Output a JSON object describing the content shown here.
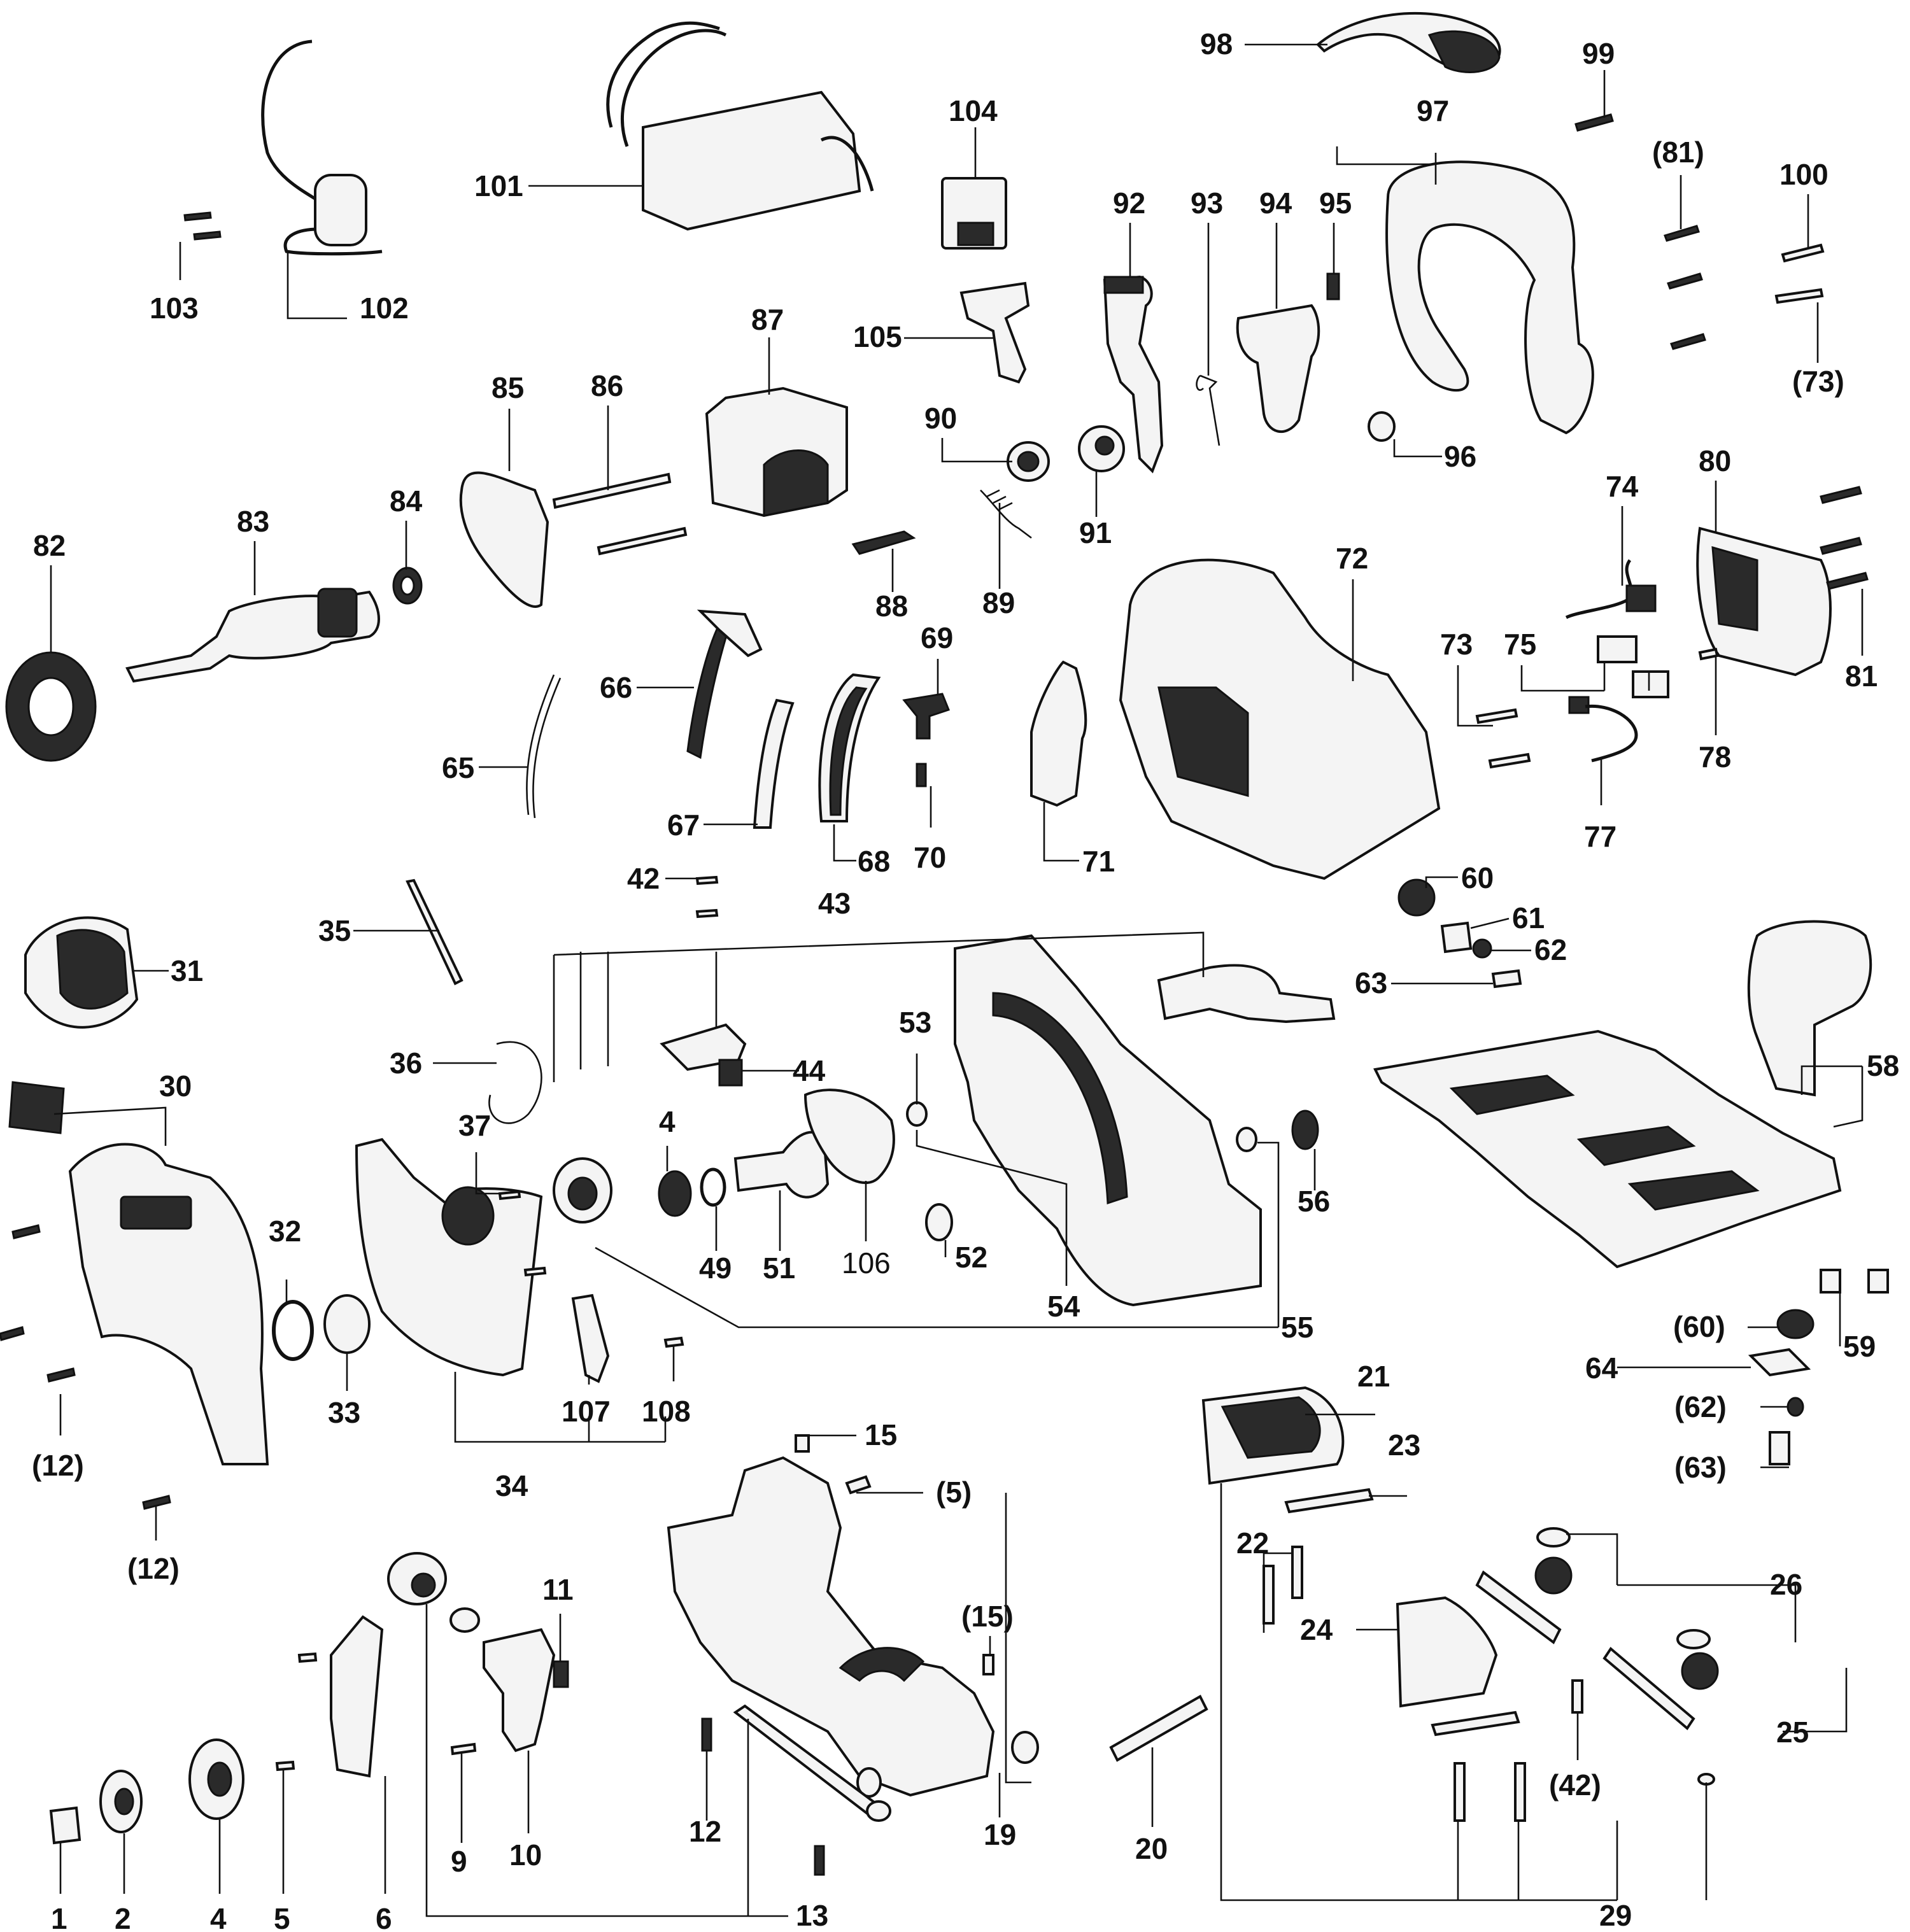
{
  "diagram": {
    "labels": [
      {
        "id": "l98",
        "text": "98"
      },
      {
        "id": "l99",
        "text": "99"
      },
      {
        "id": "l104",
        "text": "104"
      },
      {
        "id": "l97",
        "text": "97"
      },
      {
        "id": "l101",
        "text": "101"
      },
      {
        "id": "l81a",
        "text": "(81)"
      },
      {
        "id": "l100",
        "text": "100"
      },
      {
        "id": "l103",
        "text": "103"
      },
      {
        "id": "l102",
        "text": "102"
      },
      {
        "id": "l92",
        "text": "92"
      },
      {
        "id": "l93",
        "text": "93"
      },
      {
        "id": "l94",
        "text": "94"
      },
      {
        "id": "l95",
        "text": "95"
      },
      {
        "id": "l73a",
        "text": "(73)"
      },
      {
        "id": "l105",
        "text": "105"
      },
      {
        "id": "l87",
        "text": "87"
      },
      {
        "id": "l85",
        "text": "85"
      },
      {
        "id": "l86",
        "text": "86"
      },
      {
        "id": "l90",
        "text": "90"
      },
      {
        "id": "l96",
        "text": "96"
      },
      {
        "id": "l84",
        "text": "84"
      },
      {
        "id": "l91",
        "text": "91"
      },
      {
        "id": "l74",
        "text": "74"
      },
      {
        "id": "l80",
        "text": "80"
      },
      {
        "id": "l82",
        "text": "82"
      },
      {
        "id": "l83",
        "text": "83"
      },
      {
        "id": "l88",
        "text": "88"
      },
      {
        "id": "l89",
        "text": "89"
      },
      {
        "id": "l72",
        "text": "72"
      },
      {
        "id": "l69",
        "text": "69"
      },
      {
        "id": "l73",
        "text": "73"
      },
      {
        "id": "l75",
        "text": "75"
      },
      {
        "id": "l81",
        "text": "81"
      },
      {
        "id": "l66",
        "text": "66"
      },
      {
        "id": "l78",
        "text": "78"
      },
      {
        "id": "l65",
        "text": "65"
      },
      {
        "id": "l67",
        "text": "67"
      },
      {
        "id": "l68",
        "text": "68"
      },
      {
        "id": "l70",
        "text": "70"
      },
      {
        "id": "l71",
        "text": "71"
      },
      {
        "id": "l77",
        "text": "77"
      },
      {
        "id": "l42",
        "text": "42"
      },
      {
        "id": "l60",
        "text": "60"
      },
      {
        "id": "l43",
        "text": "43"
      },
      {
        "id": "l35",
        "text": "35"
      },
      {
        "id": "l61",
        "text": "61"
      },
      {
        "id": "l62",
        "text": "62"
      },
      {
        "id": "l31",
        "text": "31"
      },
      {
        "id": "l63",
        "text": "63"
      },
      {
        "id": "l53",
        "text": "53"
      },
      {
        "id": "l36",
        "text": "36"
      },
      {
        "id": "l44",
        "text": "44"
      },
      {
        "id": "l58",
        "text": "58"
      },
      {
        "id": "l30",
        "text": "30"
      },
      {
        "id": "l37",
        "text": "37"
      },
      {
        "id": "l4a",
        "text": "4"
      },
      {
        "id": "l56",
        "text": "56"
      },
      {
        "id": "l32",
        "text": "32"
      },
      {
        "id": "l49",
        "text": "49"
      },
      {
        "id": "l51",
        "text": "51"
      },
      {
        "id": "l106",
        "text": "106"
      },
      {
        "id": "l52",
        "text": "52"
      },
      {
        "id": "l54",
        "text": "54"
      },
      {
        "id": "l60b",
        "text": "(60)"
      },
      {
        "id": "l55",
        "text": "55"
      },
      {
        "id": "l59",
        "text": "59"
      },
      {
        "id": "l33",
        "text": "33"
      },
      {
        "id": "l107",
        "text": "107"
      },
      {
        "id": "l108",
        "text": "108"
      },
      {
        "id": "l64",
        "text": "64"
      },
      {
        "id": "l21",
        "text": "21"
      },
      {
        "id": "l62b",
        "text": "(62)"
      },
      {
        "id": "l12a",
        "text": "(12)"
      },
      {
        "id": "l34",
        "text": "34"
      },
      {
        "id": "l15",
        "text": "15"
      },
      {
        "id": "l23",
        "text": "23"
      },
      {
        "id": "l63b",
        "text": "(63)"
      },
      {
        "id": "l5b",
        "text": "(5)"
      },
      {
        "id": "l12b",
        "text": "(12)"
      },
      {
        "id": "l22",
        "text": "22"
      },
      {
        "id": "l26",
        "text": "26"
      },
      {
        "id": "l11",
        "text": "11"
      },
      {
        "id": "l15b",
        "text": "(15)"
      },
      {
        "id": "l24",
        "text": "24"
      },
      {
        "id": "l25",
        "text": "25"
      },
      {
        "id": "l42b",
        "text": "(42)"
      },
      {
        "id": "l12",
        "text": "12"
      },
      {
        "id": "l19",
        "text": "19"
      },
      {
        "id": "l20",
        "text": "20"
      },
      {
        "id": "l9",
        "text": "9"
      },
      {
        "id": "l10",
        "text": "10"
      },
      {
        "id": "l1",
        "text": "1"
      },
      {
        "id": "l2",
        "text": "2"
      },
      {
        "id": "l4",
        "text": "4"
      },
      {
        "id": "l5",
        "text": "5"
      },
      {
        "id": "l6",
        "text": "6"
      },
      {
        "id": "l13",
        "text": "13"
      },
      {
        "id": "l29",
        "text": "29"
      }
    ]
  }
}
